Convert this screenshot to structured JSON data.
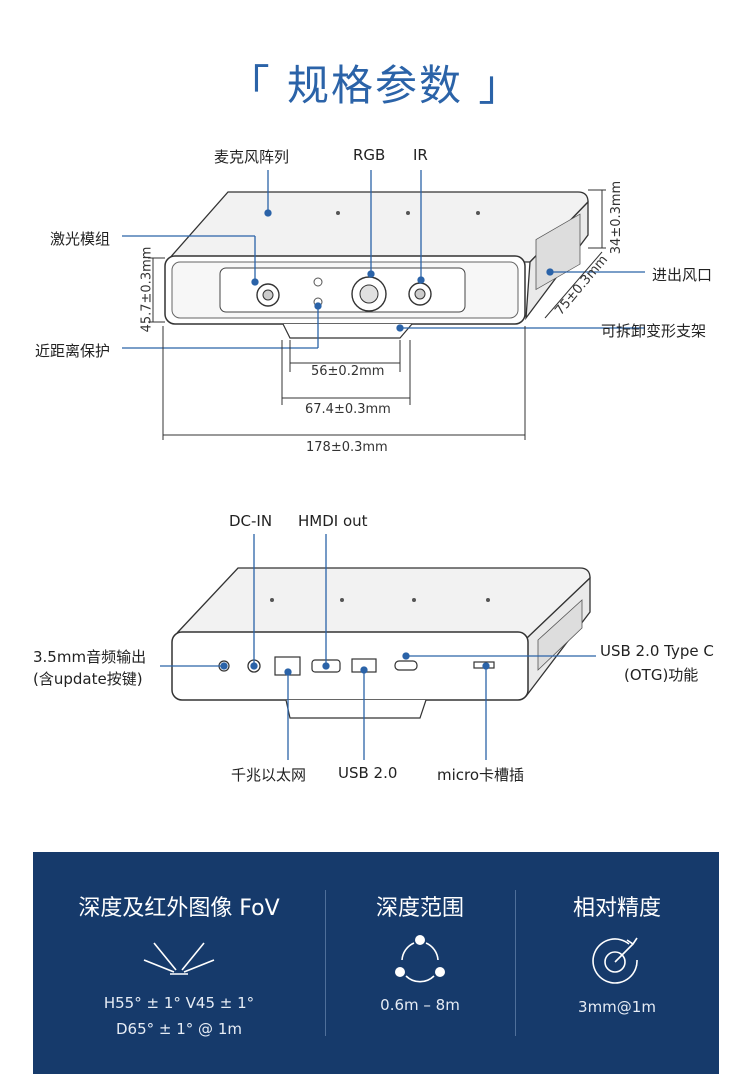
{
  "title": "「 规格参数 」",
  "top_view": {
    "labels": {
      "mic": "麦克风阵列",
      "rgb": "RGB",
      "ir": "IR",
      "laser": "激光模组",
      "proximity": "近距离保护",
      "vent": "进出风口",
      "bracket": "可拆卸变形支架"
    },
    "dims": {
      "height": "45.7±0.3mm",
      "top_height": "34±0.3mm",
      "depth": "75±0.3mm",
      "d56": "56±0.2mm",
      "d674": "67.4±0.3mm",
      "width": "178±0.3mm"
    }
  },
  "back_view": {
    "labels": {
      "dcin": "DC-IN",
      "hdmi": "HMDI out",
      "audio_line1": "3.5mm音频输出",
      "audio_line2": "(含update按键)",
      "usbc_line1": "USB 2.0 Type C",
      "usbc_line2": "(OTG)功能",
      "ethernet": "千兆以太网",
      "usb2": "USB 2.0",
      "micro": "micro卡槽插"
    }
  },
  "specs": [
    {
      "title": "深度及红外图像 FoV",
      "icon": "fov-icon",
      "line1": "H55°  ± 1°   V45 ± 1°",
      "line2": "D65°  ± 1°  @ 1m"
    },
    {
      "title": "深度范围",
      "icon": "range-icon",
      "line1": "0.6m – 8m"
    },
    {
      "title": "相对精度",
      "icon": "precision-icon",
      "line1": "3mm@1m"
    }
  ],
  "colors": {
    "accent": "#2b63a8",
    "panel": "#163a6b"
  }
}
